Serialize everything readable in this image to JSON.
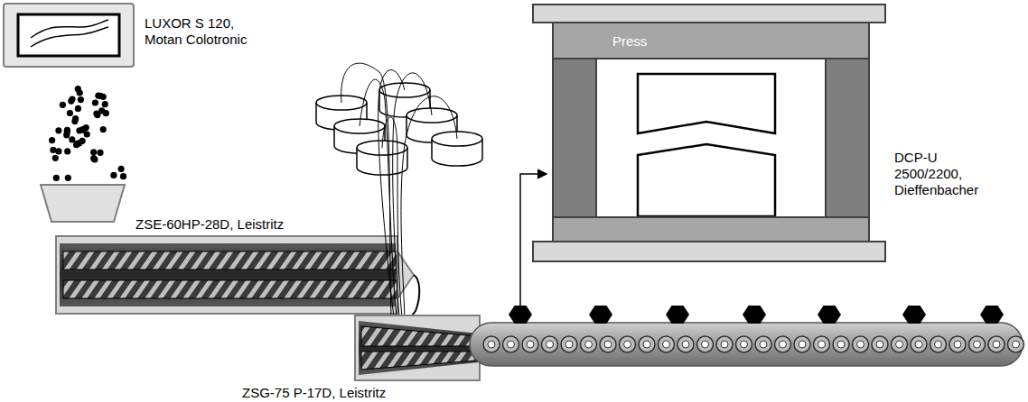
{
  "diagram": {
    "nodes": [
      {
        "text": [
          "Press"
        ]
      }
    ],
    "labels": [
      "LUXOR S 120, Motan Colotronic",
      "ZSE-60HP-28D, Leistritz",
      "ZSG-75 P-17D, Leistritz",
      "DCP-U 2500/2200, Dieffenbacher"
    ]
  }
}
